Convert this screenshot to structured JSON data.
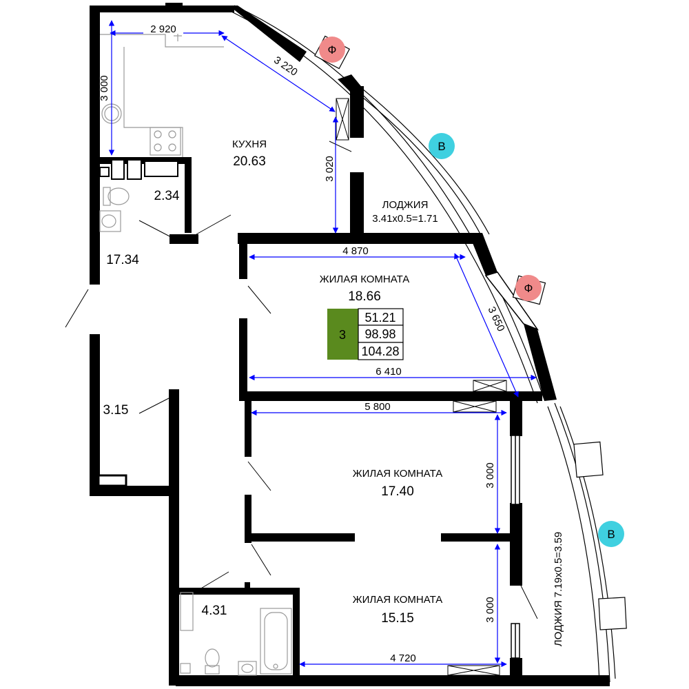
{
  "rooms": {
    "kitchen": {
      "name": "КУХНЯ",
      "area": "20.63"
    },
    "loggia_top": {
      "name": "ЛОДЖИЯ",
      "formula": "3.41x0.5=1.71"
    },
    "living1": {
      "name": "ЖИЛАЯ КОМНАТА",
      "area": "18.66"
    },
    "living2": {
      "name": "ЖИЛАЯ КОМНАТА",
      "area": "17.40"
    },
    "living3": {
      "name": "ЖИЛАЯ КОМНАТА",
      "area": "15.15"
    },
    "loggia_right": {
      "formula": "ЛОДЖИЯ 7.19x0.5=3.59"
    },
    "hall": {
      "area": "17.34"
    },
    "wc": {
      "area": "2.34"
    },
    "storage": {
      "area": "3.15"
    },
    "bath": {
      "area": "4.31"
    }
  },
  "summary": {
    "rooms_count": "3",
    "living_area": "51.21",
    "total_area": "98.98",
    "total_with_loggias": "104.28",
    "accent_color": "#5a8a1e"
  },
  "dimensions": {
    "kitchen_top": "2 920",
    "kitchen_left": "3 000",
    "kitchen_diag": "3 220",
    "kitchen_right": "3 020",
    "living1_top": "4 870",
    "living1_diag": "3 650",
    "living1_bottom": "6 410",
    "living2_top": "5 800",
    "living2_right": "3 000",
    "living3_right": "3 000",
    "living3_bottom": "4 720"
  },
  "markers": {
    "facade": "Ф",
    "facade_color": "#f08a8a",
    "vent": "В",
    "vent_color": "#3fd0e0"
  },
  "colors": {
    "wall": "#000000",
    "dimension": "#0000ff"
  }
}
